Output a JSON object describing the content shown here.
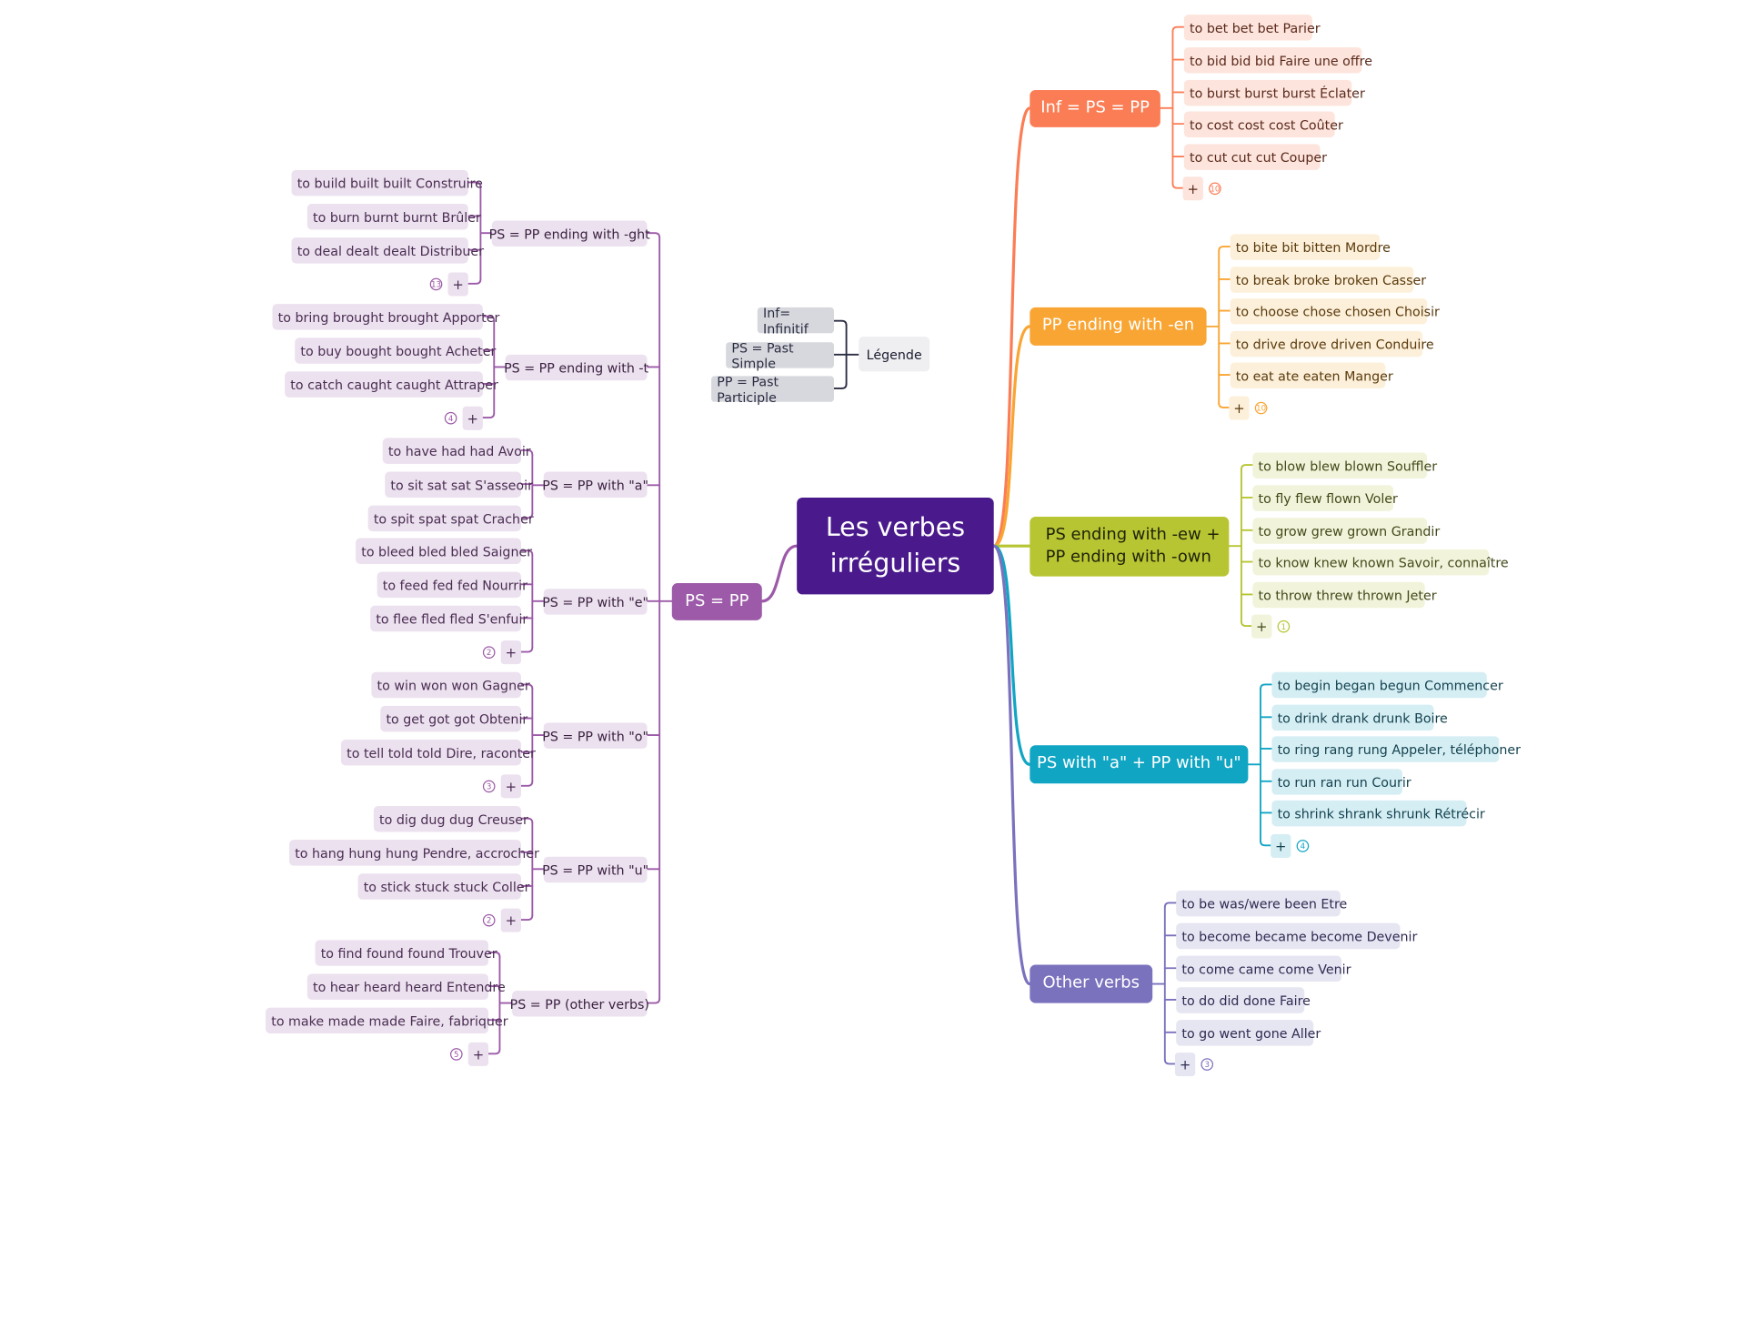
{
  "root": {
    "title": "Les verbes irréguliers",
    "color": "#4a1a8c"
  },
  "legend": {
    "title": "Légende",
    "items": [
      "Inf= Infinitif",
      "PS = Past Simple",
      "PP = Past Participle"
    ]
  },
  "right_branches": [
    {
      "label": "Inf = PS = PP",
      "color": "#fb7d55",
      "leaf_bg": "#fde4dc",
      "leaf_text": "#5a2a1c",
      "items": [
        "to bet bet bet Parier",
        "to bid bid bid Faire une offre",
        "to burst burst burst Éclater",
        "to cost cost cost Coûter",
        "to cut cut cut Couper"
      ],
      "more": "10"
    },
    {
      "label": "PP ending with -en",
      "color": "#f9a533",
      "leaf_bg": "#fdf0da",
      "leaf_text": "#5a3a0c",
      "items": [
        "to bite bit bitten Mordre",
        "to break broke broken Casser",
        "to choose chose chosen Choisir",
        "to drive drove driven Conduire",
        "to eat ate eaten Manger"
      ],
      "more": "10"
    },
    {
      "label": "PS ending with -ew + PP ending with -own",
      "label_line1": "PS ending with -ew +",
      "label_line2": "PP ending with -own",
      "color": "#b7c533",
      "leaf_bg": "#f1f4da",
      "leaf_text": "#44491a",
      "items": [
        "to blow blew blown Souffler",
        "to fly flew flown Voler",
        "to grow grew grown Grandir",
        "to know knew known Savoir, connaître",
        "to throw threw thrown Jeter"
      ],
      "more": "1"
    },
    {
      "label": "PS with \"a\" + PP with \"u\"",
      "color": "#11a5c4",
      "leaf_bg": "#d5eef4",
      "leaf_text": "#14434f",
      "items": [
        "to begin began begun Commencer",
        "to drink drank drunk Boire",
        "to ring rang rung Appeler, téléphoner",
        "to run ran run Courir",
        "to shrink shrank shrunk Rétrécir"
      ],
      "more": "4"
    },
    {
      "label": "Other verbs",
      "color": "#7a72bd",
      "leaf_bg": "#e6e5f2",
      "leaf_text": "#2f2b52",
      "items": [
        "to be was/were been Etre",
        "to become became become Devenir",
        "to come came come Venir",
        "to do did done Faire",
        "to go went gone Aller"
      ],
      "more": "3"
    }
  ],
  "left_branch": {
    "label": "PS = PP",
    "color": "#9c5aa8",
    "sub_bg": "#ece1ef",
    "leaf_bg": "#ece1ef",
    "leaf_text": "#4a2d52",
    "groups": [
      {
        "label": "PS = PP ending with -ght",
        "items": [
          "to build built built Construire",
          "to burn burnt burnt Brûler",
          "to deal dealt dealt Distribuer"
        ],
        "more": "13"
      },
      {
        "label": "PS = PP ending with -t",
        "items": [
          "to bring brought brought Apporter",
          "to buy bought bought Acheter",
          "to catch caught caught Attraper"
        ],
        "more": "4"
      },
      {
        "label": "PS = PP with \"a\"",
        "items": [
          "to have had had Avoir",
          "to sit sat sat S'asseoir",
          "to spit spat spat Cracher"
        ],
        "more": null
      },
      {
        "label": "PS = PP with \"e\"",
        "items": [
          "to bleed bled bled Saigner",
          "to feed fed fed Nourrir",
          "to flee fled fled S'enfuir"
        ],
        "more": "2"
      },
      {
        "label": "PS = PP with \"o\"",
        "items": [
          "to win won won Gagner",
          "to get got got Obtenir",
          "to tell told told Dire, raconter"
        ],
        "more": "3"
      },
      {
        "label": "PS = PP with \"u\"",
        "items": [
          "to dig dug dug Creuser",
          "to hang hung hung Pendre, accrocher",
          "to stick stuck stuck Coller"
        ],
        "more": "2"
      },
      {
        "label": "PS = PP (other verbs)",
        "items": [
          "to find found found Trouver",
          "to hear heard heard Entendre",
          "to make made made Faire, fabriquer"
        ],
        "more": "5"
      }
    ]
  },
  "plus_symbol": "+"
}
